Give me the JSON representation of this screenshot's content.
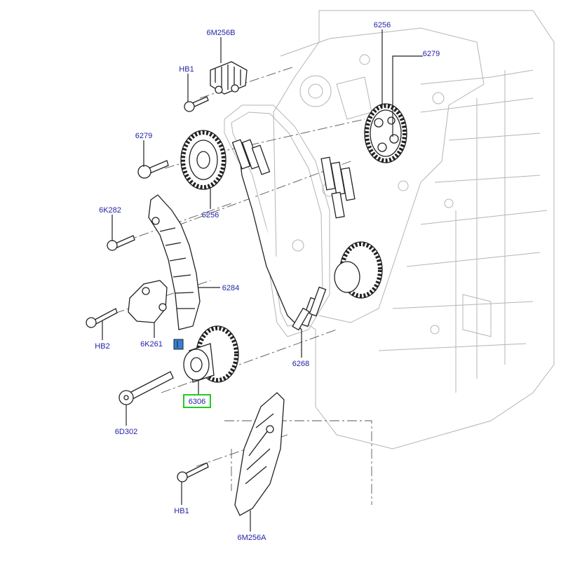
{
  "diagram": {
    "labels": {
      "bracket_top": "6M256B",
      "bolt_hb1_top": "HB1",
      "sprocket_top": "6256",
      "bolt_top_right": "6279",
      "bolt_left": "6279",
      "sprocket_mid": "6256",
      "bolt_6k282": "6K282",
      "guide_6284": "6284",
      "bolt_hb2": "HB2",
      "tensioner": "6K261",
      "chain": "6268",
      "crank_sprocket": "6306",
      "crank_bolt": "6D302",
      "bolt_hb1_bottom": "HB1",
      "guide_bottom": "6M256A"
    },
    "colors": {
      "label": "#2323a6",
      "highlight_box": "#22cc22",
      "engine_lines": "#b4b4b4",
      "part_lines": "#222222",
      "seal_icon": "#3a7fd0"
    },
    "highlighted": "6306"
  }
}
